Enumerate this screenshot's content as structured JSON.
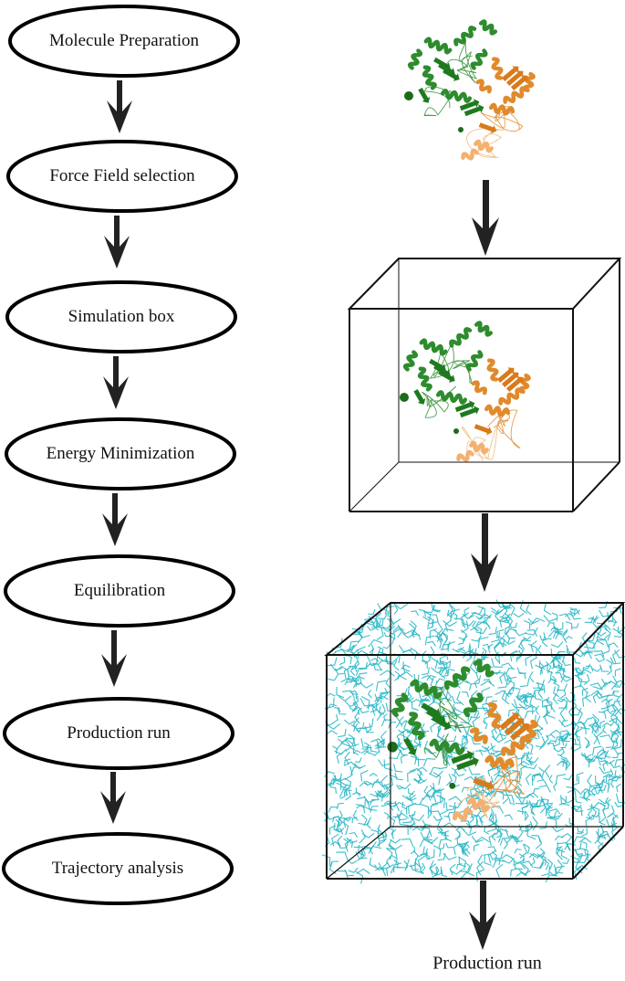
{
  "workflow": {
    "steps": [
      {
        "label": "Molecule Preparation"
      },
      {
        "label": "Force Field selection"
      },
      {
        "label": "Simulation box"
      },
      {
        "label": "Energy Minimization"
      },
      {
        "label": "Equilibration"
      },
      {
        "label": "Production run"
      },
      {
        "label": "Trajectory analysis"
      }
    ]
  },
  "illustration": {
    "panels": [
      "protein-structure",
      "protein-in-box",
      "solvated-box"
    ],
    "caption": "Production run",
    "colors": {
      "chain_a": "#2e8b2e",
      "chain_b": "#e08a2c",
      "water": "#2ab7c4",
      "arrow": "#222222",
      "outline": "#000000"
    }
  }
}
